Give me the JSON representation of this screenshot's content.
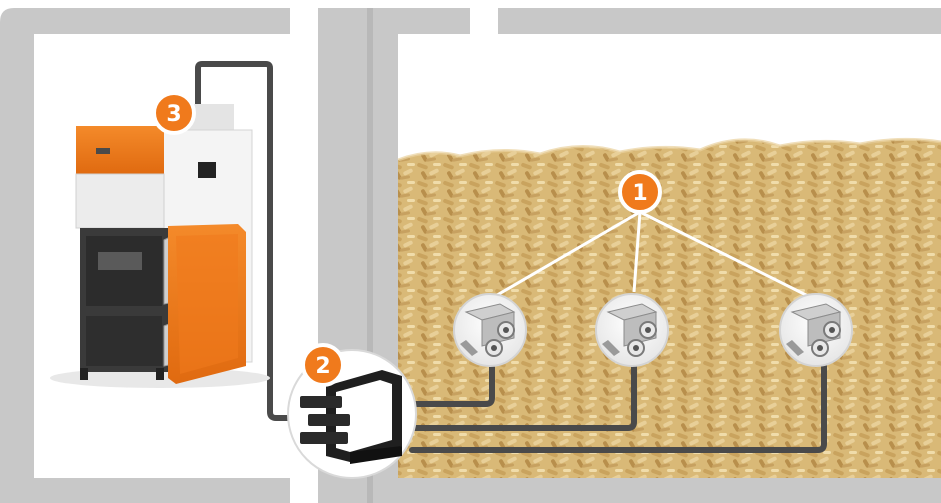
{
  "diagram": {
    "steps": [
      {
        "number": "1"
      },
      {
        "number": "2"
      },
      {
        "number": "3"
      }
    ],
    "colors": {
      "frame_gray": "#c8c8c8",
      "accent_orange": "#f07a1c",
      "hose_dark": "#4a4a4a",
      "pellet_base": "#d8b878",
      "boiler_panel": "#ececec",
      "boiler_dark": "#3c3c3c"
    },
    "icons": {
      "suction_probe": "suction-probe-icon",
      "switching_unit": "switching-unit-icon",
      "pellet_boiler": "pellet-boiler-icon"
    }
  }
}
